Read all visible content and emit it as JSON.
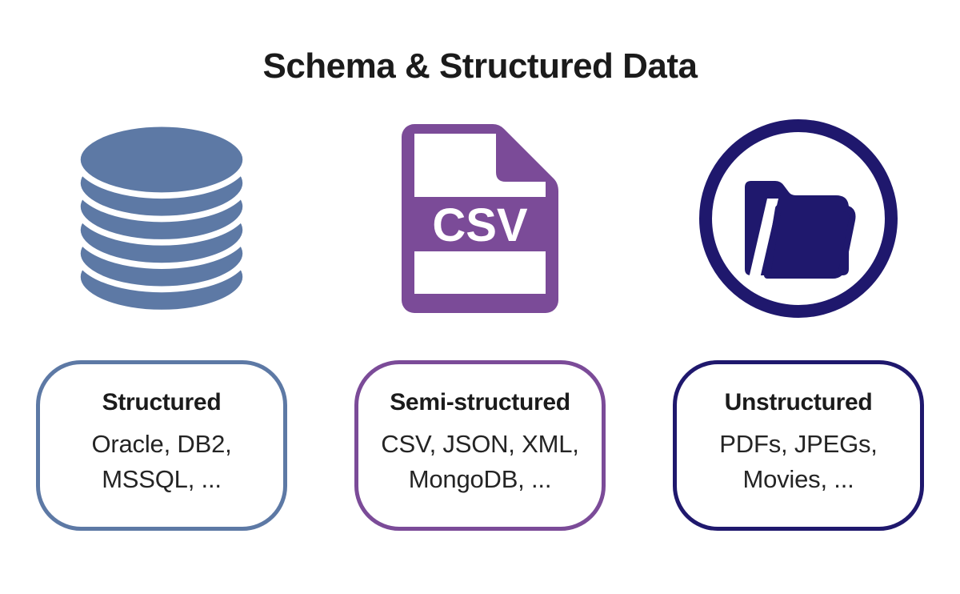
{
  "title": "Schema & Structured Data",
  "columns": [
    {
      "id": "structured",
      "icon": "database-icon",
      "accent": "#5d79a5",
      "heading": "Structured",
      "items": "Oracle, DB2,\nMSSQL, ..."
    },
    {
      "id": "semi-structured",
      "icon": "csv-file-icon",
      "accent": "#7b4b98",
      "icon_label": "CSV",
      "heading": "Semi-structured",
      "items": "CSV, JSON, XML,\nMongoDB, ..."
    },
    {
      "id": "unstructured",
      "icon": "open-folder-icon",
      "accent": "#1f186d",
      "heading": "Unstructured",
      "items": "PDFs, JPEGs,\nMovies, ..."
    }
  ],
  "colors": {
    "background": "#ffffff",
    "title_text": "#1b1b1b",
    "body_text": "#242424"
  }
}
